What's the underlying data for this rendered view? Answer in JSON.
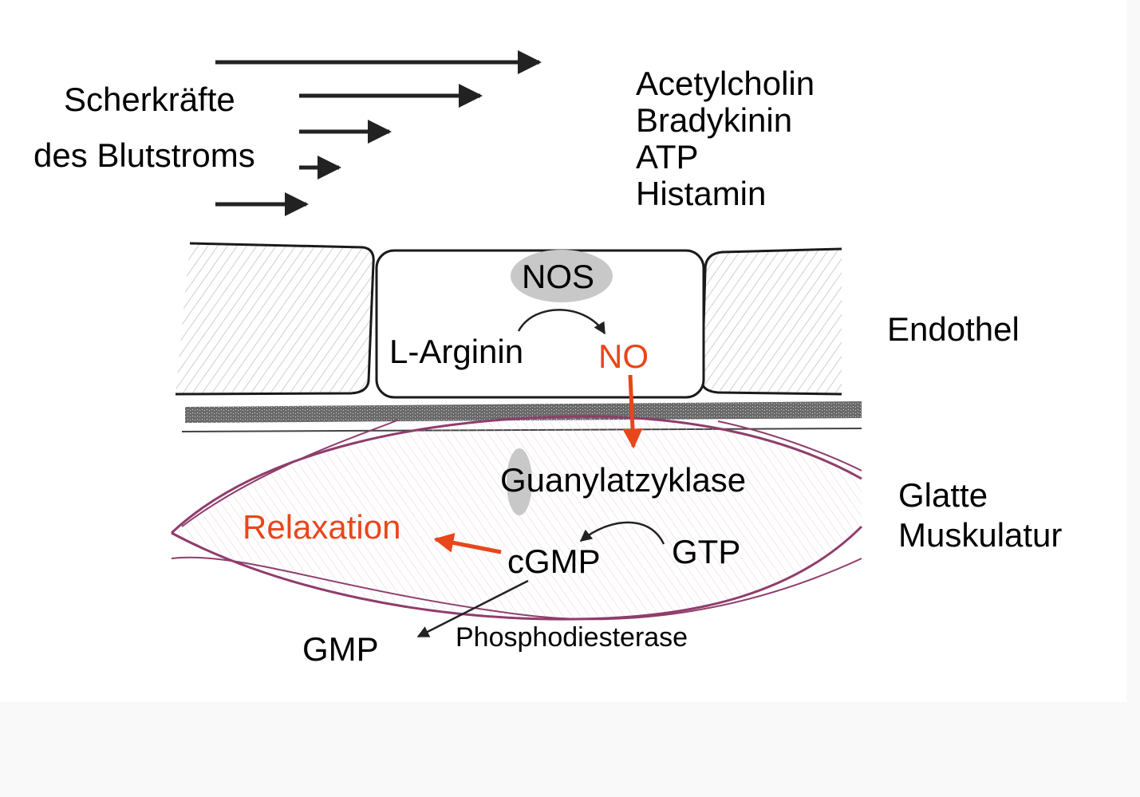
{
  "colors": {
    "arrow_red": "#e8461b",
    "enzyme_fill": "#c8c8c8",
    "muscle_line": "#8f3d6b",
    "cell_outline": "#1a1a1a",
    "text": "#000000"
  },
  "labels": {
    "shear_line1": "Scherkräfte",
    "shear_line2": "des Blutstroms",
    "agonists": [
      "Acetylcholin",
      "Bradykinin",
      "ATP",
      "Histamin"
    ],
    "nos": "NOS",
    "l_arginin": "L-Arginin",
    "no": "NO",
    "endothel": "Endothel",
    "guanylatzyklase": "Guanylatzyklase",
    "muscle_line1": "Glatte",
    "muscle_line2": "Muskulatur",
    "relaxation": "Relaxation",
    "cgmp": "cGMP",
    "gtp": "GTP",
    "gmp": "GMP",
    "phosphodiesterase": "Phosphodiesterase"
  },
  "icons": [
    "shear-arrow-icon",
    "curved-arrow-icon",
    "red-arrow-icon",
    "enzyme-blob-icon"
  ]
}
